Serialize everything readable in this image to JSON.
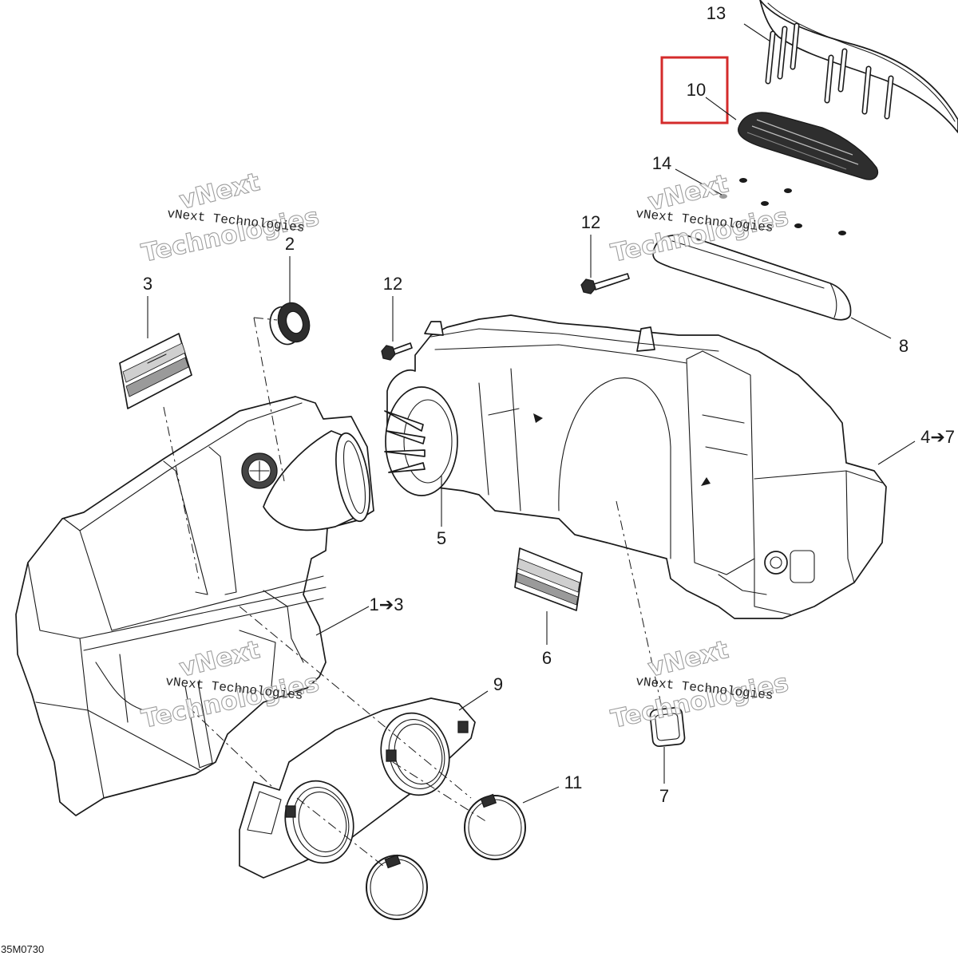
{
  "diagram": {
    "callouts": [
      {
        "label": "13"
      },
      {
        "label": "10"
      },
      {
        "label": "14"
      },
      {
        "label": "12"
      },
      {
        "label": "12"
      },
      {
        "label": "2"
      },
      {
        "label": "3"
      },
      {
        "label": "8"
      },
      {
        "label": "4➔7"
      },
      {
        "label": "5"
      },
      {
        "label": "1➔3"
      },
      {
        "label": "6"
      },
      {
        "label": "9"
      },
      {
        "label": "11"
      },
      {
        "label": "7"
      }
    ],
    "figure_code": "35M0730"
  },
  "watermark": {
    "line": "vNext Technologies",
    "word1": "vNext",
    "word2": "Technologies"
  },
  "colors": {
    "highlight": "#d42b2b",
    "linework": "#1a1a1a",
    "watermark_outline": "#9e9e9e"
  }
}
